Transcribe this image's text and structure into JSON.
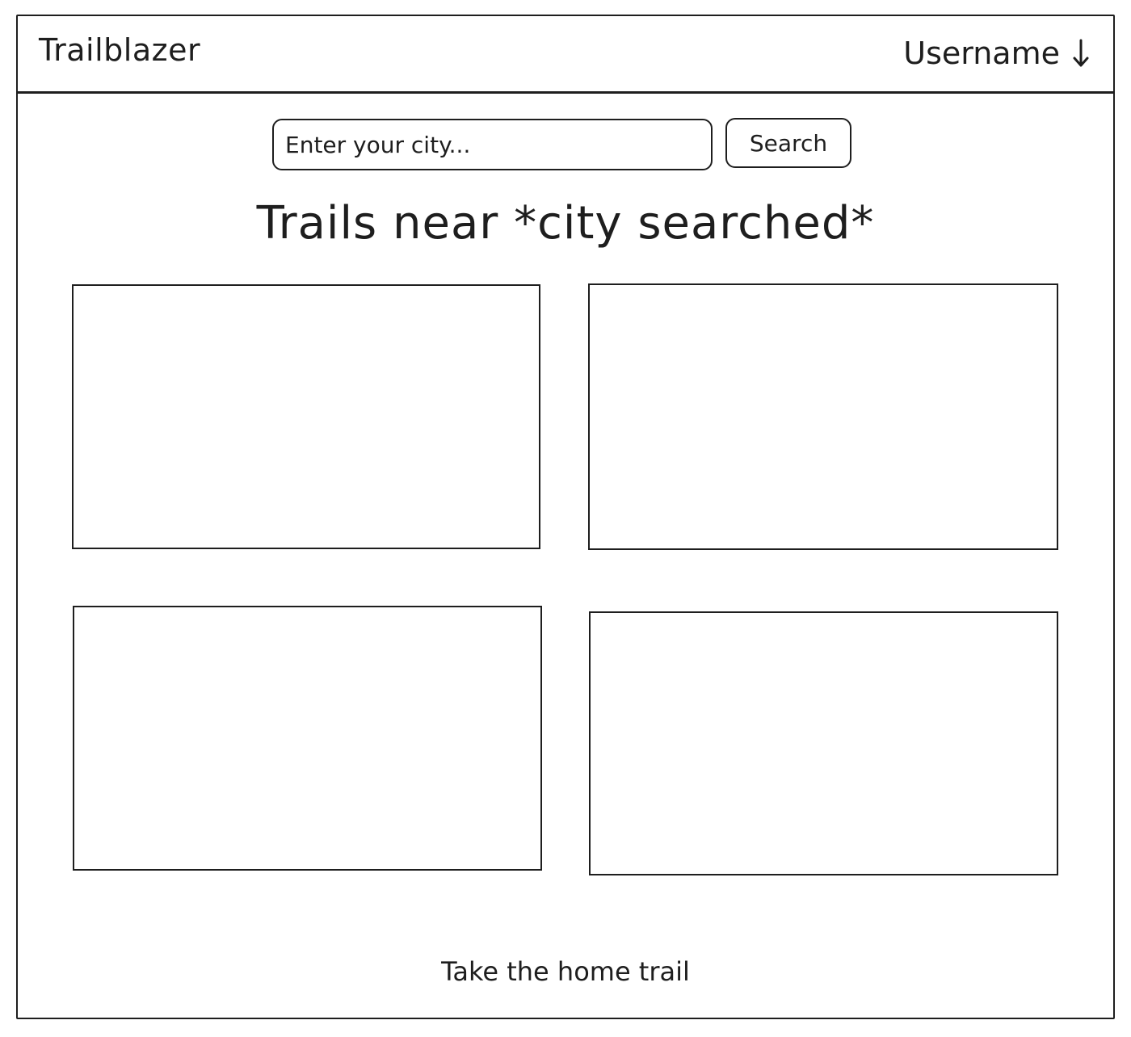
{
  "header": {
    "brand": "Trailblazer",
    "user_menu_label": "Username",
    "user_menu_icon": "arrow-down-icon"
  },
  "search": {
    "placeholder": "Enter your city...",
    "value": "",
    "button_label": "Search"
  },
  "main": {
    "title": "Trails near *city searched*",
    "cards": [
      {
        "id": 1
      },
      {
        "id": 2
      },
      {
        "id": 3
      },
      {
        "id": 4
      }
    ]
  },
  "footer": {
    "link_text": "Take the home trail"
  },
  "colors": {
    "ink": "#1e1e1e",
    "background": "#ffffff"
  }
}
